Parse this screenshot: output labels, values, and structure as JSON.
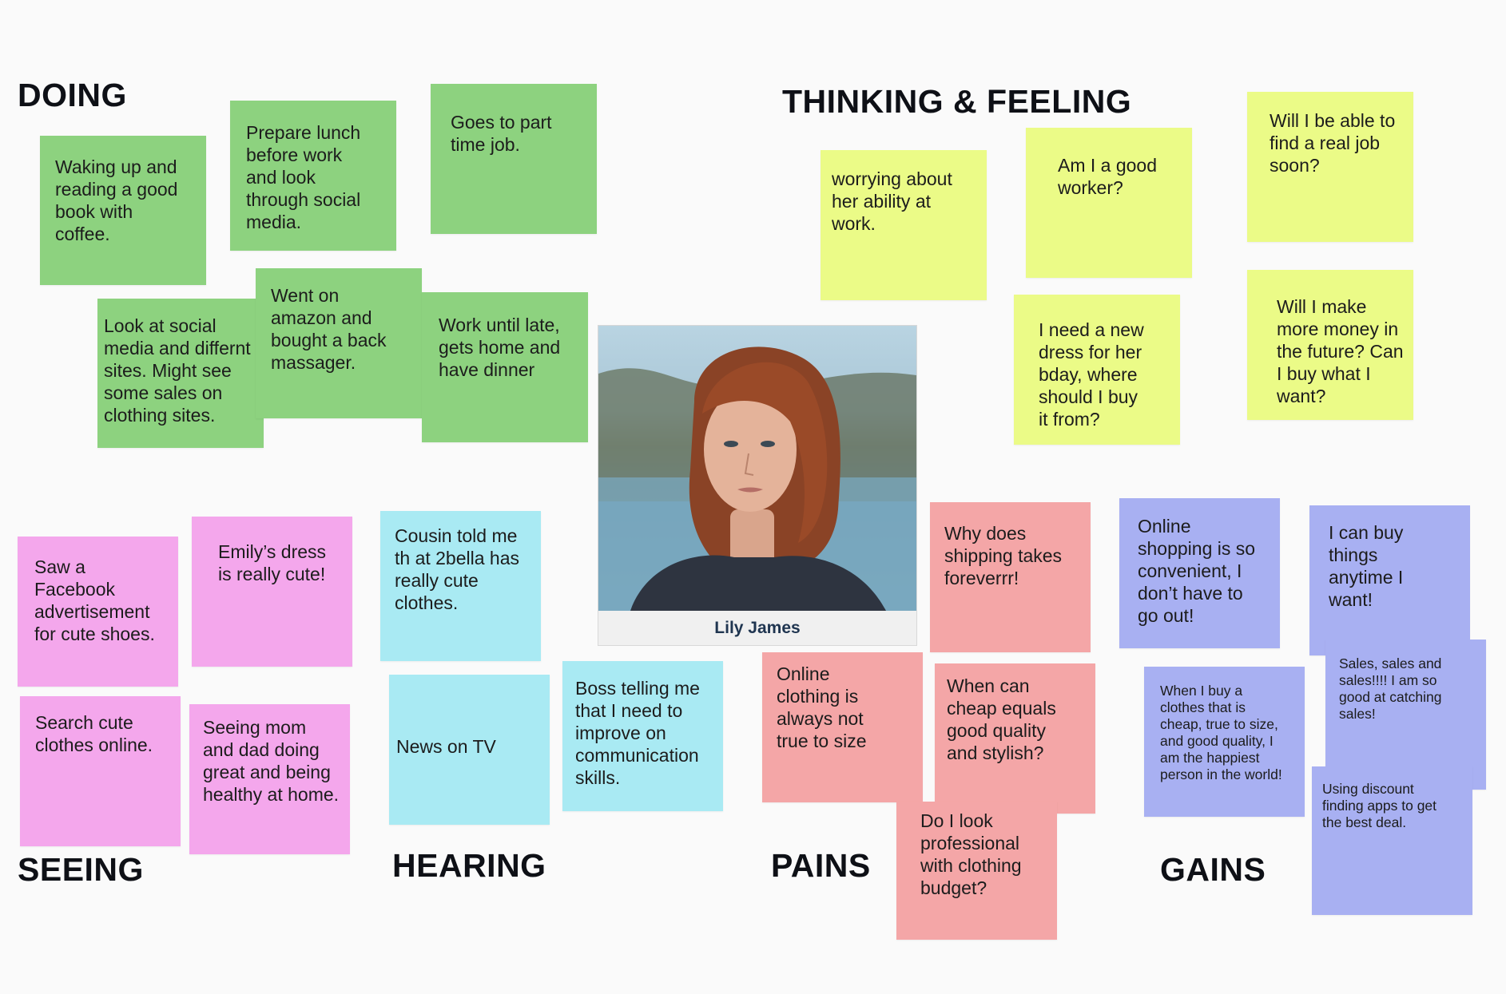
{
  "headings": {
    "doing": "DOING",
    "thinking_feeling": "THINKING & FEELING",
    "seeing": "SEEING",
    "hearing": "HEARING",
    "pains": "PAINS",
    "gains": "GAINS"
  },
  "persona": {
    "name": "Lily James",
    "photo": "portrait-photo"
  },
  "colors": {
    "doing": "#8dd27f",
    "thinking_feeling": "#ebfb87",
    "seeing": "#f4a7ec",
    "hearing": "#a9eaf3",
    "pains": "#f4a6a7",
    "gains": "#a8b0f2"
  },
  "doing": [
    "Waking up and\nreading a good\nbook with\ncoffee.",
    "Prepare lunch\nbefore work\nand look\nthrough social\nmedia.",
    "Goes to part\ntime job.",
    "Look at social\nmedia and differnt\nsites. Might see\nsome sales on\nclothing sites.",
    "Went on\namazon and\nbought a back\nmassager.",
    "Work until late,\ngets home and\nhave dinner"
  ],
  "thinking_feeling": [
    "worrying about\nher ability at\nwork.",
    "Am I a good\nworker?",
    "Will I be able to\nfind a real job\nsoon?",
    "I need a new\ndress for her\nbday, where\nshould I buy\nit from?",
    "Will I make\nmore money in\nthe future? Can\nI buy what I\nwant?"
  ],
  "seeing": [
    "Saw a\nFacebook\nadvertisement\nfor cute shoes.",
    "Emily’s dress\nis really cute!",
    "Search cute\nclothes online.",
    "Seeing mom\nand dad doing\ngreat and being\nhealthy at home."
  ],
  "hearing": [
    "Cousin told me\nth at 2bella has\nreally cute\nclothes.",
    "News on TV",
    "Boss telling me\nthat I need to\nimprove on\ncommunication\nskills."
  ],
  "pains": [
    "Why does\nshipping takes\nforeverrr!",
    "Online\nclothing is\nalways not\ntrue to size",
    "When can\ncheap equals\ngood quality\nand stylish?",
    "Do I look\nprofessional\nwith clothing\nbudget?"
  ],
  "gains": [
    "Online\nshopping is so\nconvenient, I\ndon’t have to\ngo out!",
    "I can buy\nthings\nanytime I\nwant!",
    "When I buy a\nclothes that is\ncheap, true to size,\nand good quality, I\nam the happiest\nperson in the world!",
    "Sales, sales and\nsales!!!!  I am so\ngood at catching\nsales!",
    "Using discount\nfinding apps to get\nthe best deal."
  ]
}
